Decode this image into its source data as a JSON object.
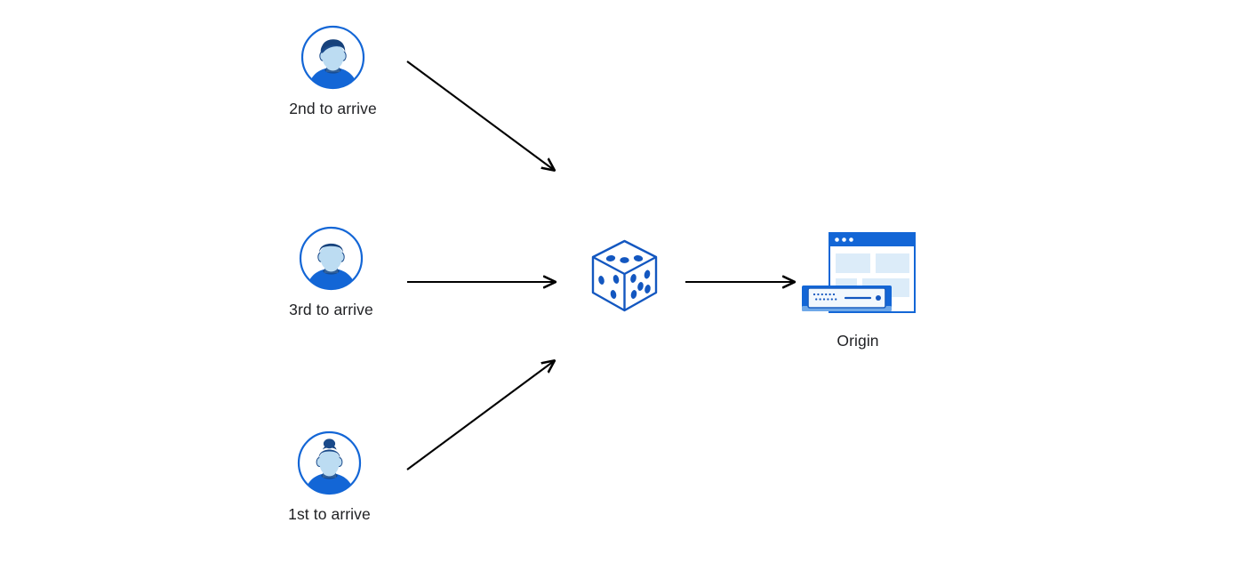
{
  "diagram": {
    "title": "Load balancing arrival order to origin",
    "background_color": "#ffffff",
    "accent_blue": "#1366d6",
    "dark_navy": "#1a4a8a",
    "light_blue": "#cfe4f5",
    "arrow_color": "#000000",
    "label_color": "#202124"
  },
  "nodes": {
    "user_2nd": {
      "label": "2nd to arrive",
      "icon": "user-avatar-short-hair-icon"
    },
    "user_3rd": {
      "label": "3rd to arrive",
      "icon": "user-avatar-short-hair-icon"
    },
    "user_1st": {
      "label": "1st to arrive",
      "icon": "user-avatar-bun-hair-icon"
    },
    "dice": {
      "label": "",
      "icon": "dice-cube-icon",
      "faces": {
        "top_pips": 3,
        "left_pips": 3,
        "right_pips": 5
      }
    },
    "origin": {
      "label": "Origin",
      "icon": "origin-server-browser-icon"
    }
  },
  "arrows": [
    {
      "name": "arrow-user-2nd-to-dice",
      "from": "user_2nd",
      "to": "dice",
      "direction": "down-right"
    },
    {
      "name": "arrow-user-3rd-to-dice",
      "from": "user_3rd",
      "to": "dice",
      "direction": "right"
    },
    {
      "name": "arrow-user-1st-to-dice",
      "from": "user_1st",
      "to": "dice",
      "direction": "up-right"
    },
    {
      "name": "arrow-dice-to-origin",
      "from": "dice",
      "to": "origin",
      "direction": "right"
    }
  ]
}
